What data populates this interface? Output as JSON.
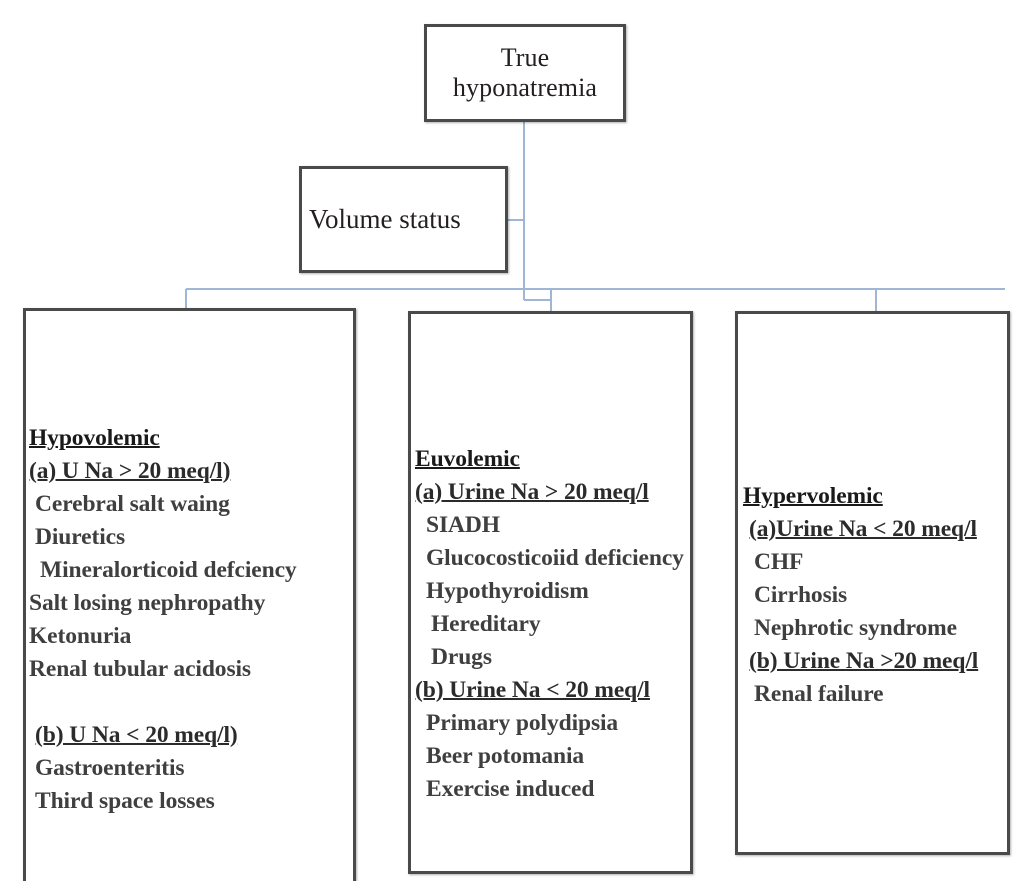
{
  "diagram": {
    "title": "True hyponatremia",
    "connector_color": "#9fb6d4",
    "box_border_color": "#4a4a4a",
    "text_color": "#3a3a3a"
  },
  "root": {
    "label": "True hyponatremia"
  },
  "decision": {
    "label": "Volume status"
  },
  "columns": [
    {
      "id": "hypovolemic",
      "heading": "Hypovolemic",
      "lines": [
        {
          "kind": "heading",
          "text": "Hypovolemic",
          "indent": 0
        },
        {
          "kind": "subheading",
          "text": "(a) U Na > 20 meq/l)",
          "indent": 0
        },
        {
          "kind": "item",
          "text": "Cerebral salt waing",
          "indent": 1
        },
        {
          "kind": "item",
          "text": "Diuretics",
          "indent": 1
        },
        {
          "kind": "item",
          "text": "Mineralorticoid defciency",
          "indent": 2
        },
        {
          "kind": "item",
          "text": "Salt losing nephropathy",
          "indent": 0
        },
        {
          "kind": "item",
          "text": "Ketonuria",
          "indent": 0
        },
        {
          "kind": "item",
          "text": "Renal tubular acidosis",
          "indent": 0
        },
        {
          "kind": "spacer",
          "text": "",
          "indent": 0
        },
        {
          "kind": "subheading",
          "text": "(b) U Na < 20 meq/l)",
          "indent": 1
        },
        {
          "kind": "item",
          "text": "Gastroenteritis",
          "indent": 1
        },
        {
          "kind": "item",
          "text": "Third space losses",
          "indent": 1
        }
      ]
    },
    {
      "id": "euvolemic",
      "heading": "Euvolemic",
      "lines": [
        {
          "kind": "heading",
          "text": "Euvolemic",
          "indent": 0
        },
        {
          "kind": "subheading",
          "text": "(a) Urine Na > 20 meq/l",
          "indent": 0
        },
        {
          "kind": "item",
          "text": "SIADH",
          "indent": 2
        },
        {
          "kind": "item",
          "text": "Glucocosticoiid deficiency",
          "indent": 2
        },
        {
          "kind": "item",
          "text": "Hypothyroidism",
          "indent": 2
        },
        {
          "kind": "item",
          "text": "Hereditary",
          "indent": 3
        },
        {
          "kind": "item",
          "text": "Drugs",
          "indent": 3
        },
        {
          "kind": "subheading",
          "text": "(b) Urine Na < 20 meq/l",
          "indent": 0
        },
        {
          "kind": "item",
          "text": "Primary polydipsia",
          "indent": 2
        },
        {
          "kind": "item",
          "text": "Beer potomania",
          "indent": 2
        },
        {
          "kind": "item",
          "text": "Exercise induced",
          "indent": 2
        }
      ]
    },
    {
      "id": "hypervolemic",
      "heading": "Hypervolemic",
      "lines": [
        {
          "kind": "heading",
          "text": "Hypervolemic",
          "indent": 0
        },
        {
          "kind": "subheading",
          "text": "(a)Urine Na < 20 meq/l",
          "indent": 1
        },
        {
          "kind": "item",
          "text": "CHF",
          "indent": 2
        },
        {
          "kind": "item",
          "text": "Cirrhosis",
          "indent": 2
        },
        {
          "kind": "item",
          "text": "Nephrotic syndrome",
          "indent": 2
        },
        {
          "kind": "subheading",
          "text": "(b) Urine Na >20 meq/l",
          "indent": 1
        },
        {
          "kind": "item",
          "text": "Renal failure",
          "indent": 2
        }
      ]
    }
  ]
}
